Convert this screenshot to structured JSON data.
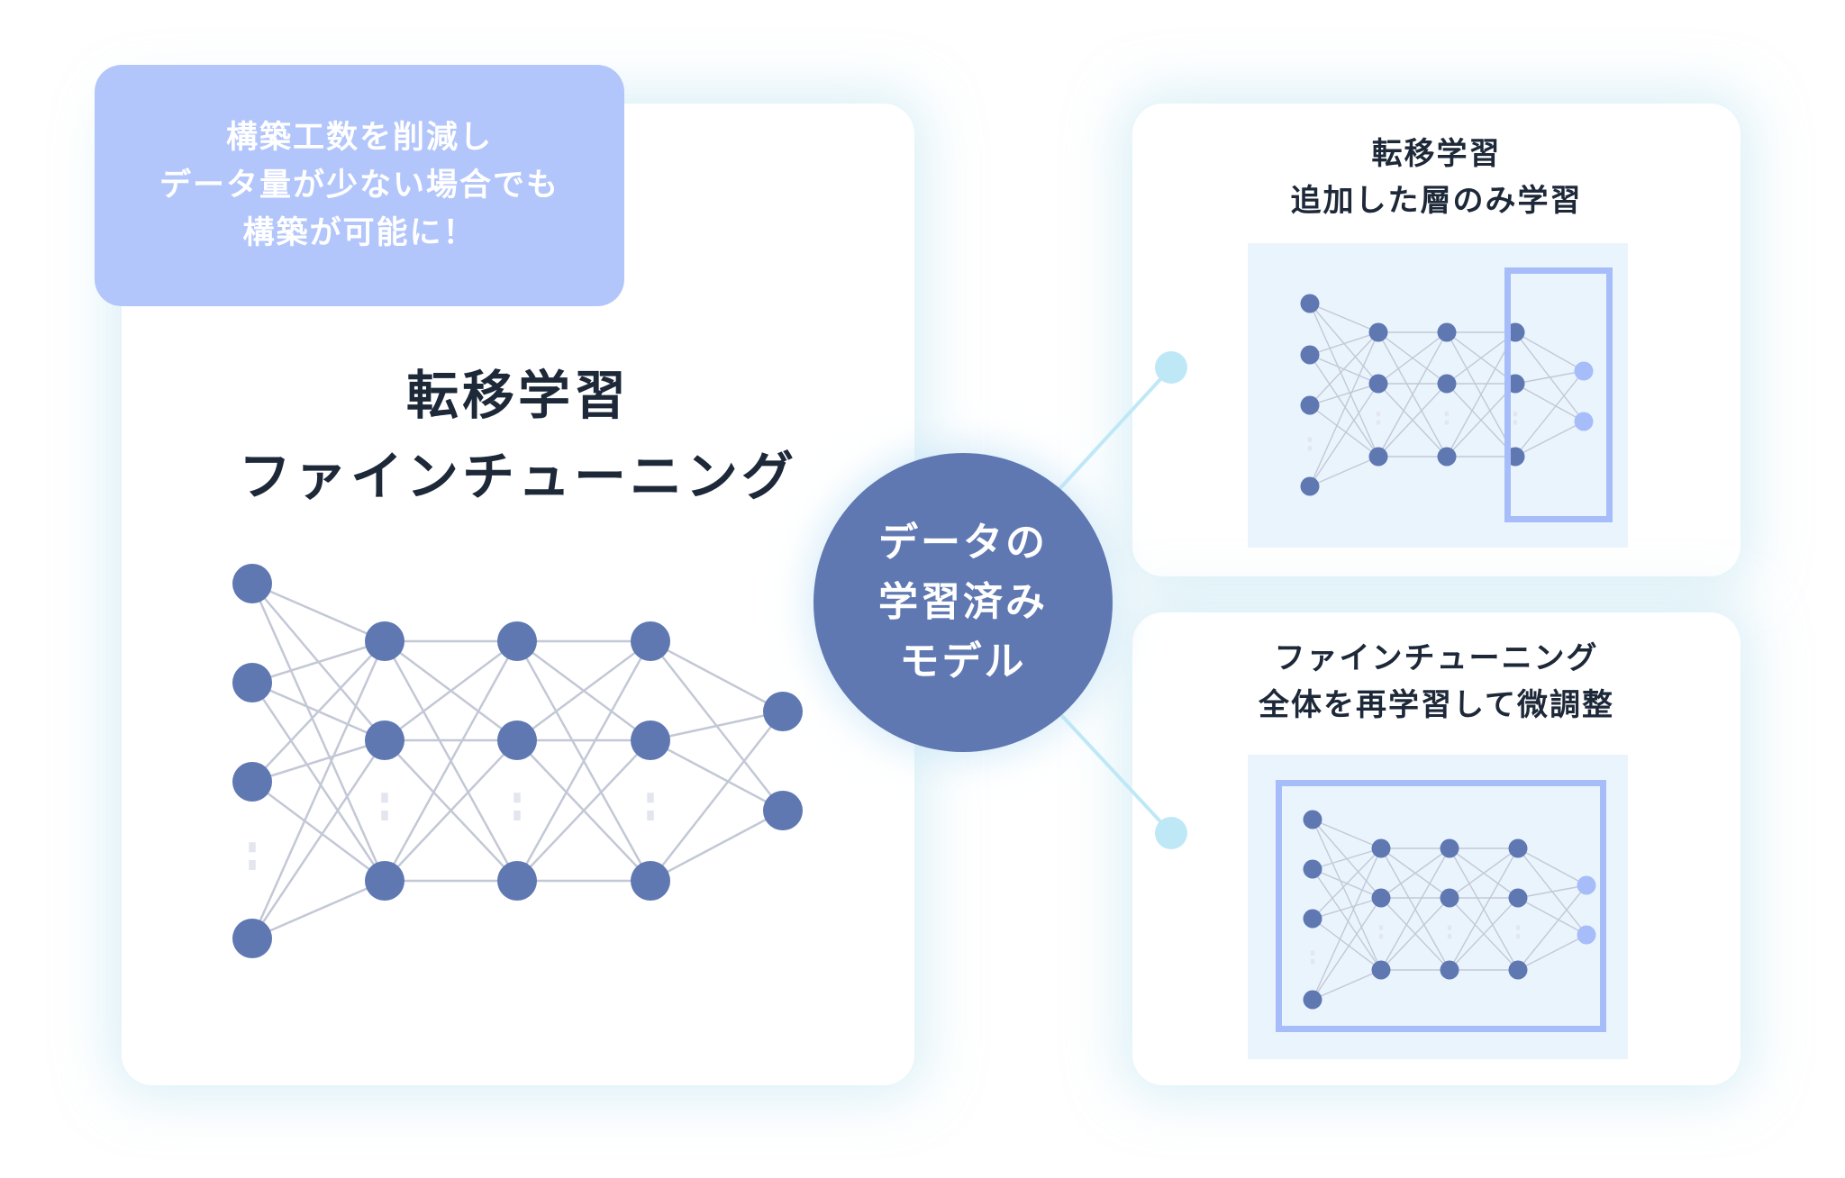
{
  "callout": {
    "line1": "構築工数を削減し",
    "line2": "データ量が少ない場合でも",
    "line3": "構築が可能に！"
  },
  "main_panel": {
    "title_line1": "転移学習",
    "title_line2": "ファインチューニング"
  },
  "center_node": {
    "line1": "データの",
    "line2": "学習済み",
    "line3": "モデル"
  },
  "transfer_panel": {
    "title_line1": "転移学習",
    "title_line2": "追加した層のみ学習"
  },
  "finetune_panel": {
    "title_line1": "ファインチューニング",
    "title_line2": "全体を再学習して微調整"
  },
  "colors": {
    "node": "#5f78b2",
    "node_light": "#a6bdfa",
    "edge": "#c3c8d6",
    "callout_bg": "#b3c6fb",
    "connector": "#bfe8f7",
    "panel_bg": "#eaf4fd"
  }
}
